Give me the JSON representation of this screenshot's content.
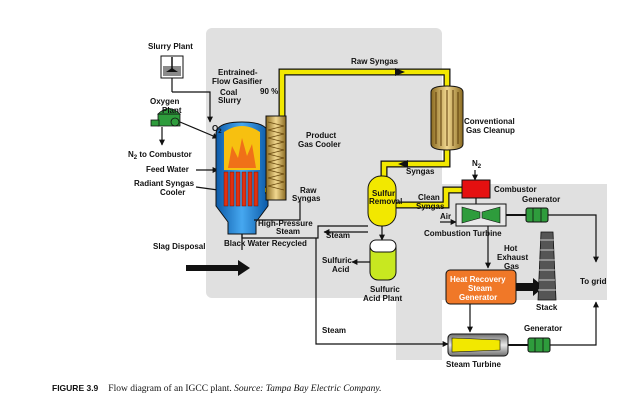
{
  "labels": {
    "slurry_plant": "Slurry Plant",
    "entrained_flow_gasifier_1": "Entrained-",
    "entrained_flow_gasifier_2": "Flow Gasifier",
    "coal_slurry_1": "Coal",
    "coal_slurry_2": "Slurry",
    "oxygen_plant_1": "Oxygen",
    "oxygen_plant_2": "Plant",
    "o2": "O",
    "o2_sub": "2",
    "n2_to_combustor": "N",
    "n2_to_combustor_sub": "2",
    "n2_to_combustor_rest": " to Combustor",
    "feed_water": "Feed Water",
    "radiant_syngas_cooler_1": "Radiant Syngas",
    "radiant_syngas_cooler_2": "Cooler",
    "slag_disposal": "Slag Disposal",
    "ninety_percent": "90 %",
    "raw_syngas_top": "Raw Syngas",
    "product_gas_cooler_1": "Product",
    "product_gas_cooler_2": "Gas Cooler",
    "raw_syngas_1": "Raw",
    "raw_syngas_2": "Syngas",
    "high_pressure_steam_1": "High-Pressure",
    "high_pressure_steam_2": "Steam",
    "steam_return": "Steam",
    "black_water_recycled": "Black Water Recycled",
    "conventional_gas_cleanup_1": "Conventional",
    "conventional_gas_cleanup_2": "Gas Cleanup",
    "syngas": "Syngas",
    "sulfur_removal_1": "Sulfur",
    "sulfur_removal_2": "Removal",
    "clean_syngas_1": "Clean",
    "clean_syngas_2": "Syngas",
    "n2_top": "N",
    "n2_top_sub": "2",
    "combustor": "Combustor",
    "air": "Air",
    "generator_top": "Generator",
    "combustion_turbine": "Combustion Turbine",
    "sulfuric_acid_1": "Sulfuric",
    "sulfuric_acid_2": "Acid",
    "sulfuric_acid_plant_1": "Sulfuric",
    "sulfuric_acid_plant_2": "Acid Plant",
    "hot_exhaust_gas_1": "Hot",
    "hot_exhaust_gas_2": "Exhaust",
    "hot_exhaust_gas_3": "Gas",
    "hrsg_1": "Heat Recovery",
    "hrsg_2": "Steam",
    "hrsg_3": "Generator",
    "stack": "Stack",
    "to_grid": "To grid",
    "steam_bottom": "Steam",
    "generator_bottom": "Generator",
    "steam_turbine": "Steam Turbine"
  },
  "caption": {
    "number": "FIGURE 3.9",
    "text": "Flow diagram of an IGCC plant. ",
    "source": "Source: Tampa Bay Electric Company."
  },
  "colors": {
    "background_panel": "#e0e0e0",
    "syngas_pipe": "#f2e800",
    "gasifier": "#1e88d8",
    "flame": "#f07018",
    "cooler_tubes": "#e03010",
    "combustor": "#e51010",
    "hrsg": "#f07828",
    "acid": "#c8e820",
    "turbine": "#2e9c3c",
    "oxygen_plant": "#2e9c3c"
  }
}
